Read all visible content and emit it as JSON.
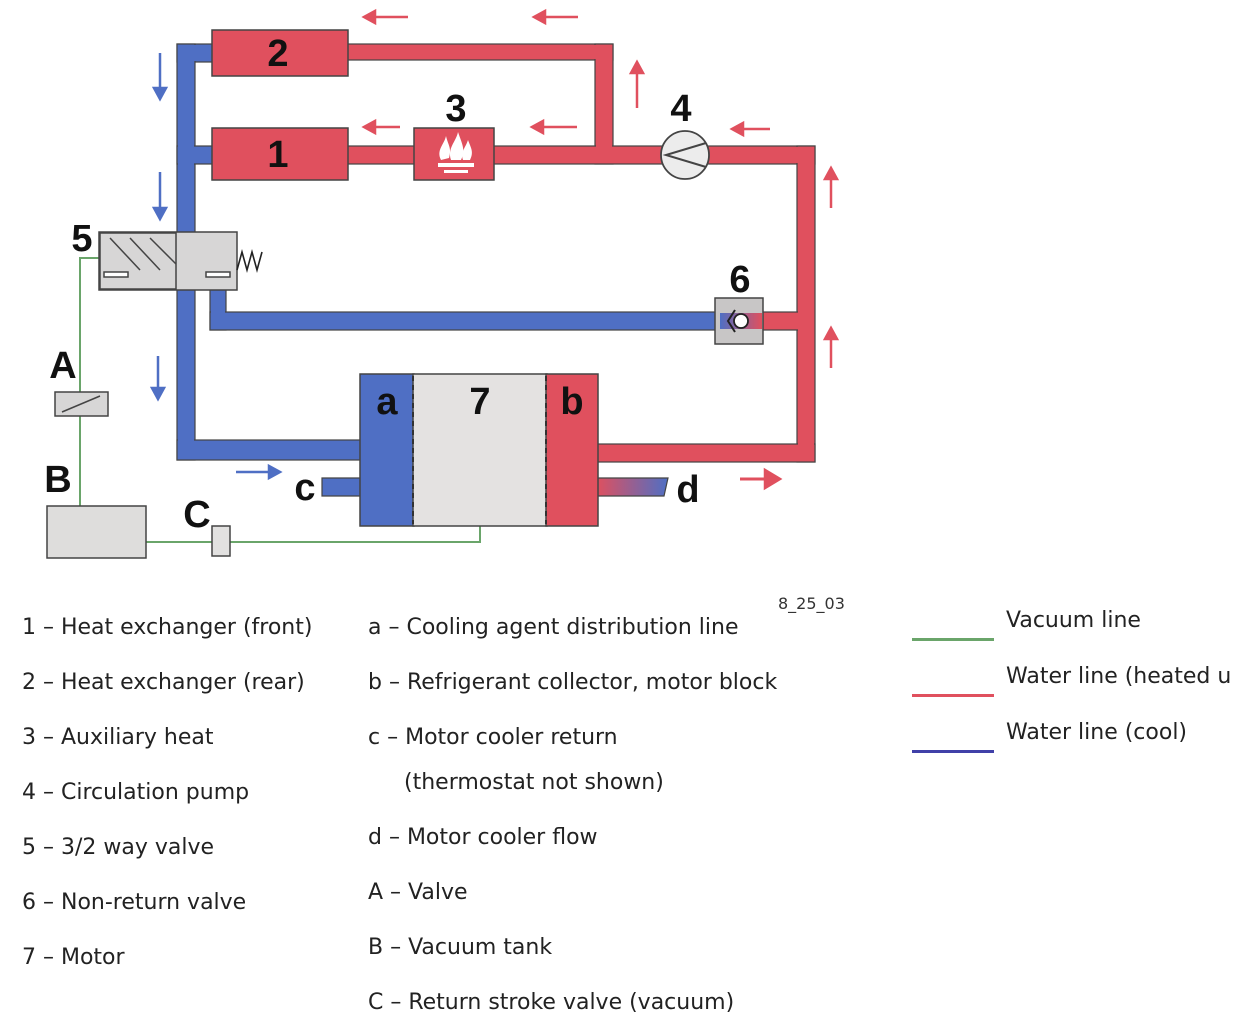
{
  "diagram": {
    "labels": {
      "n1": "1",
      "n2": "2",
      "n3": "3",
      "n4": "4",
      "n5": "5",
      "n6": "6",
      "n7": "7",
      "a": "a",
      "b": "b",
      "c": "c",
      "d": "d",
      "A": "A",
      "B": "B",
      "C": "C"
    },
    "colors": {
      "hot": "#e0505e",
      "cool": "#4f6fc4",
      "vacuum": "#6aa56a",
      "component_gray": "#d7d6d6",
      "motor_gray": "#e4e2e1"
    }
  },
  "legend": {
    "components": [
      "1 – Heat exchanger (front)",
      "2 – Heat exchanger (rear)",
      "3 – Auxiliary heat",
      "4 – Circulation pump",
      "5 – 3/2 way valve",
      "6 – Non-return valve",
      "7 – Motor"
    ],
    "lines": [
      "a – Cooling agent distribution line",
      "b – Refrigerant collector, motor block",
      "c – Motor cooler return",
      "(thermostat not shown)",
      "d – Motor cooler flow",
      "A – Valve",
      "B – Vacuum tank",
      "C – Return stroke valve (vacuum)"
    ]
  },
  "figure_code": "8_25_03",
  "key": {
    "vacuum": "Vacuum line",
    "hot": "Water line (heated up)",
    "cool": "Water line (cool)",
    "colors": {
      "vacuum": "#6aa56a",
      "hot": "#e0505e",
      "cool": "#4040a8"
    }
  }
}
